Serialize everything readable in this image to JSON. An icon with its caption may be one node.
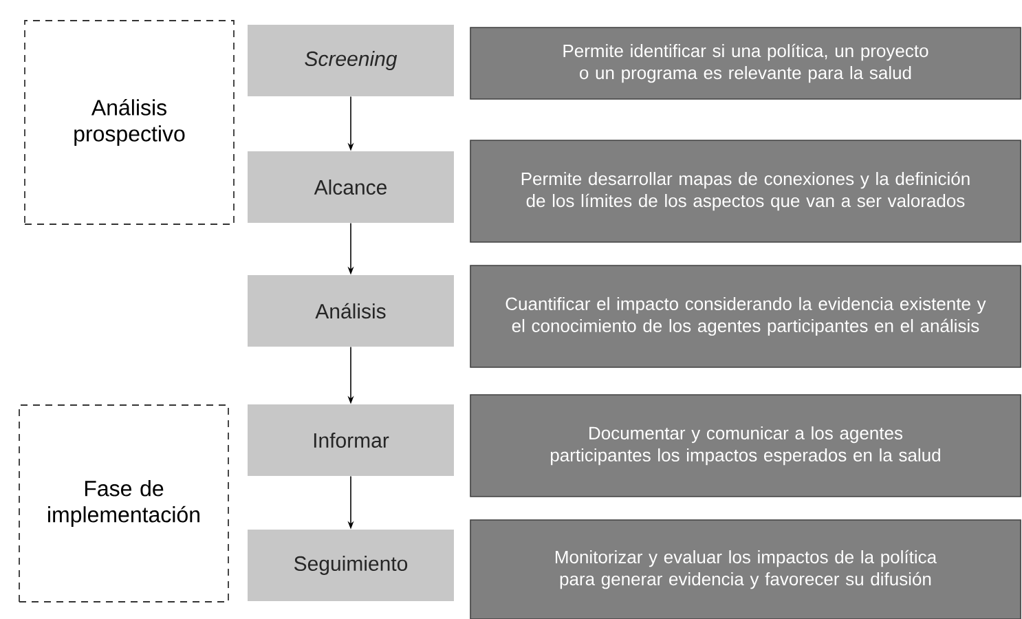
{
  "diagram": {
    "nodes": [
      {
        "text": [
          "Análisis prospectivo"
        ]
      },
      {
        "text": [
          "Screening"
        ]
      },
      {
        "text": [
          "Permite identificar si una política, un proyecto o un programa es relevante para la salud"
        ]
      },
      {
        "text": [
          "Alcance"
        ]
      },
      {
        "text": [
          "Permite desarrollar mapas de conexiones y la definición de los límites de los aspectos que van a ser valorados"
        ]
      },
      {
        "text": [
          "Análisis"
        ]
      },
      {
        "text": [
          "Cuantificar el impacto considerando la evidencia existente y el conocimiento de los agentes participantes en el análisis"
        ]
      },
      {
        "text": [
          "Fase de implementación"
        ]
      },
      {
        "text": [
          "Informar"
        ]
      },
      {
        "text": [
          "Documentar y comunicar a los agentes participantes los impactos esperados en la salud"
        ]
      },
      {
        "text": [
          "Seguimiento"
        ]
      },
      {
        "text": [
          "Monitorizar y evaluar los impactos de la política para generar evidencia y favorecer su difusión"
        ]
      }
    ],
    "edges": [
      {
        "from": 1,
        "to": 3,
        "arrow": "to"
      },
      {
        "from": 3,
        "to": 5,
        "arrow": "to"
      },
      {
        "from": 5,
        "to": 8,
        "arrow": "to"
      },
      {
        "from": 8,
        "to": 10,
        "arrow": "to"
      }
    ]
  }
}
